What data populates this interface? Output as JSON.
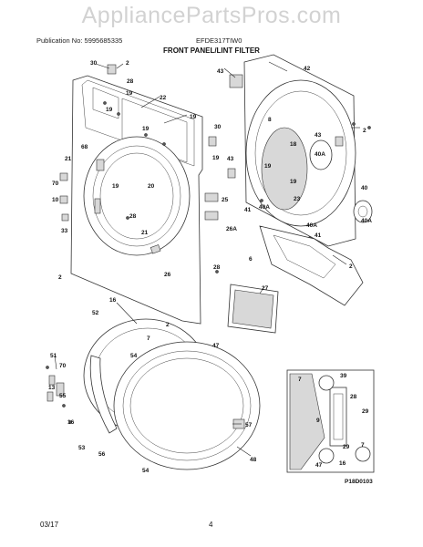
{
  "watermark": "AppliancePartsPros.com",
  "header": {
    "publication": "Publication No: 5995685335",
    "model": "EFDE317TIW0",
    "title": "FRONT PANEL/LINT FILTER"
  },
  "footer": {
    "date": "03/17",
    "page": "4"
  },
  "figure_code": "P18D0103",
  "callouts": [
    "30",
    "2",
    "28",
    "19",
    "22",
    "19",
    "19",
    "30",
    "19",
    "68",
    "21",
    "70",
    "10",
    "19",
    "43",
    "19",
    "20",
    "28",
    "25",
    "33",
    "21",
    "26A",
    "26",
    "2",
    "28",
    "42",
    "43",
    "8",
    "43",
    "2",
    "40A",
    "18",
    "19",
    "19",
    "23",
    "41",
    "40A",
    "40A",
    "40A",
    "40",
    "41",
    "6",
    "2",
    "27",
    "16",
    "52",
    "2",
    "7",
    "47",
    "51",
    "70",
    "13",
    "55",
    "16",
    "54",
    "57",
    "53",
    "56",
    "48",
    "54",
    "7",
    "39",
    "9",
    "28",
    "29",
    "7",
    "29",
    "47",
    "16"
  ]
}
